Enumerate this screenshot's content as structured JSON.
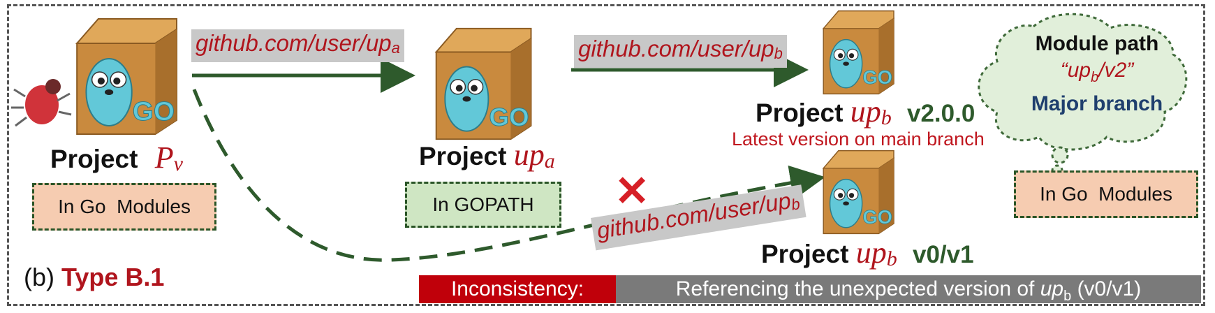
{
  "urls": {
    "to_upa": {
      "text": "github.com/user/up",
      "sub": "a"
    },
    "to_upb_v2": {
      "text": "github.com/user/up",
      "sub": "b"
    },
    "to_upb_v1": {
      "text": "github.com/user/up",
      "sub": "b"
    }
  },
  "projects": {
    "pv": {
      "label": "Project",
      "var": "P",
      "sub": "v",
      "tag": "In Go  Modules"
    },
    "upa": {
      "label": "Project",
      "var": "up",
      "sub": "a",
      "tag": "In GOPATH"
    },
    "upb_v2": {
      "label": "Project",
      "var": "up",
      "sub": "b",
      "version": "v2.0.0",
      "note": "Latest version on main branch"
    },
    "upb_v1": {
      "label": "Project",
      "var": "up",
      "sub": "b",
      "version": "v0/v1"
    }
  },
  "cloud": {
    "line1": "Module path",
    "quote_open": "“",
    "quote_var": "up",
    "quote_sub": "b",
    "quote_rest": "/v2”",
    "line3": "Major branch"
  },
  "right_tag": "In Go  Modules",
  "legend": {
    "prefix": "(b)",
    "type": "Type B.1"
  },
  "status": {
    "left": "Inconsistency:",
    "right_pre": "Referencing the unexpected version of ",
    "right_var": "up",
    "right_sub": "b",
    "right_post": " (v0/v1)"
  },
  "cross_symbol": "✕",
  "colors": {
    "accent_red": "#b0151d",
    "arrow_green": "#2e5a2c",
    "tag_orange": "#f6ccb1",
    "tag_green": "#cfe6c3",
    "bar_gray": "#7a7a7a",
    "bar_red": "#c0000a"
  }
}
